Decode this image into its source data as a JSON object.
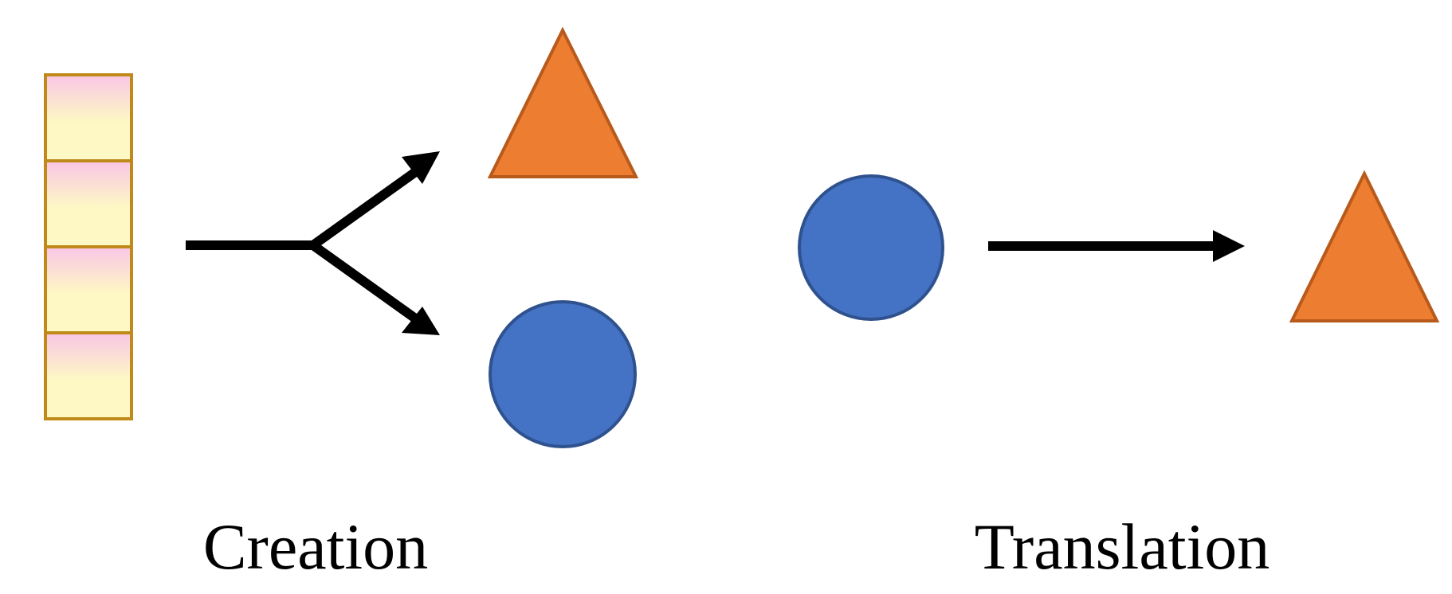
{
  "labels": {
    "creation": "Creation",
    "translation": "Translation"
  },
  "colors": {
    "cell_border": "#C08A1A",
    "cell_top": "#F9C6E6",
    "cell_bottom": "#FDF8C4",
    "triangle_fill": "#ED7D31",
    "triangle_stroke": "#B85A1B",
    "circle_fill": "#4472C4",
    "circle_stroke": "#2F528F",
    "arrow": "#000000"
  },
  "shapes": {
    "vector_cells": 4
  }
}
